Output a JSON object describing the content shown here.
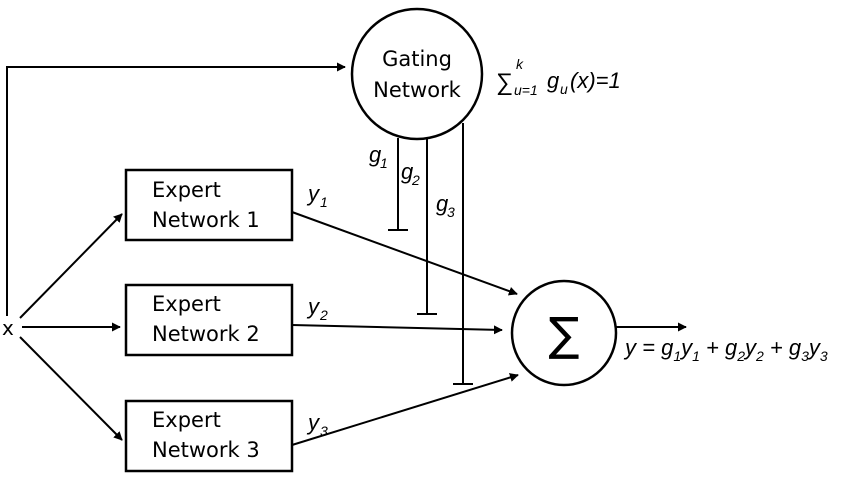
{
  "input": {
    "label": "x"
  },
  "gating": {
    "line1": "Gating",
    "line2": "Network",
    "constraint": {
      "sum_symbol": "∑",
      "sup": "k",
      "sub": "u=1",
      "g": "g",
      "g_sub": "u",
      "rest": "(x)=1"
    }
  },
  "experts": [
    {
      "line1": "Expert",
      "line2": "Network 1",
      "out": "y",
      "out_sub": "1"
    },
    {
      "line1": "Expert",
      "line2": "Network 2",
      "out": "y",
      "out_sub": "2"
    },
    {
      "line1": "Expert",
      "line2": "Network 3",
      "out": "y",
      "out_sub": "3"
    }
  ],
  "gates": [
    {
      "g": "g",
      "sub": "1"
    },
    {
      "g": "g",
      "sub": "2"
    },
    {
      "g": "g",
      "sub": "3"
    }
  ],
  "sum_node": {
    "symbol": "∑"
  },
  "output": {
    "parts": [
      {
        "t": "y = g",
        "s": "1"
      },
      {
        "t": "y",
        "s": "1"
      },
      {
        "t": " + g",
        "s": "2"
      },
      {
        "t": "y",
        "s": "2"
      },
      {
        "t": " + g",
        "s": "3"
      },
      {
        "t": "y",
        "s": "3"
      }
    ]
  }
}
